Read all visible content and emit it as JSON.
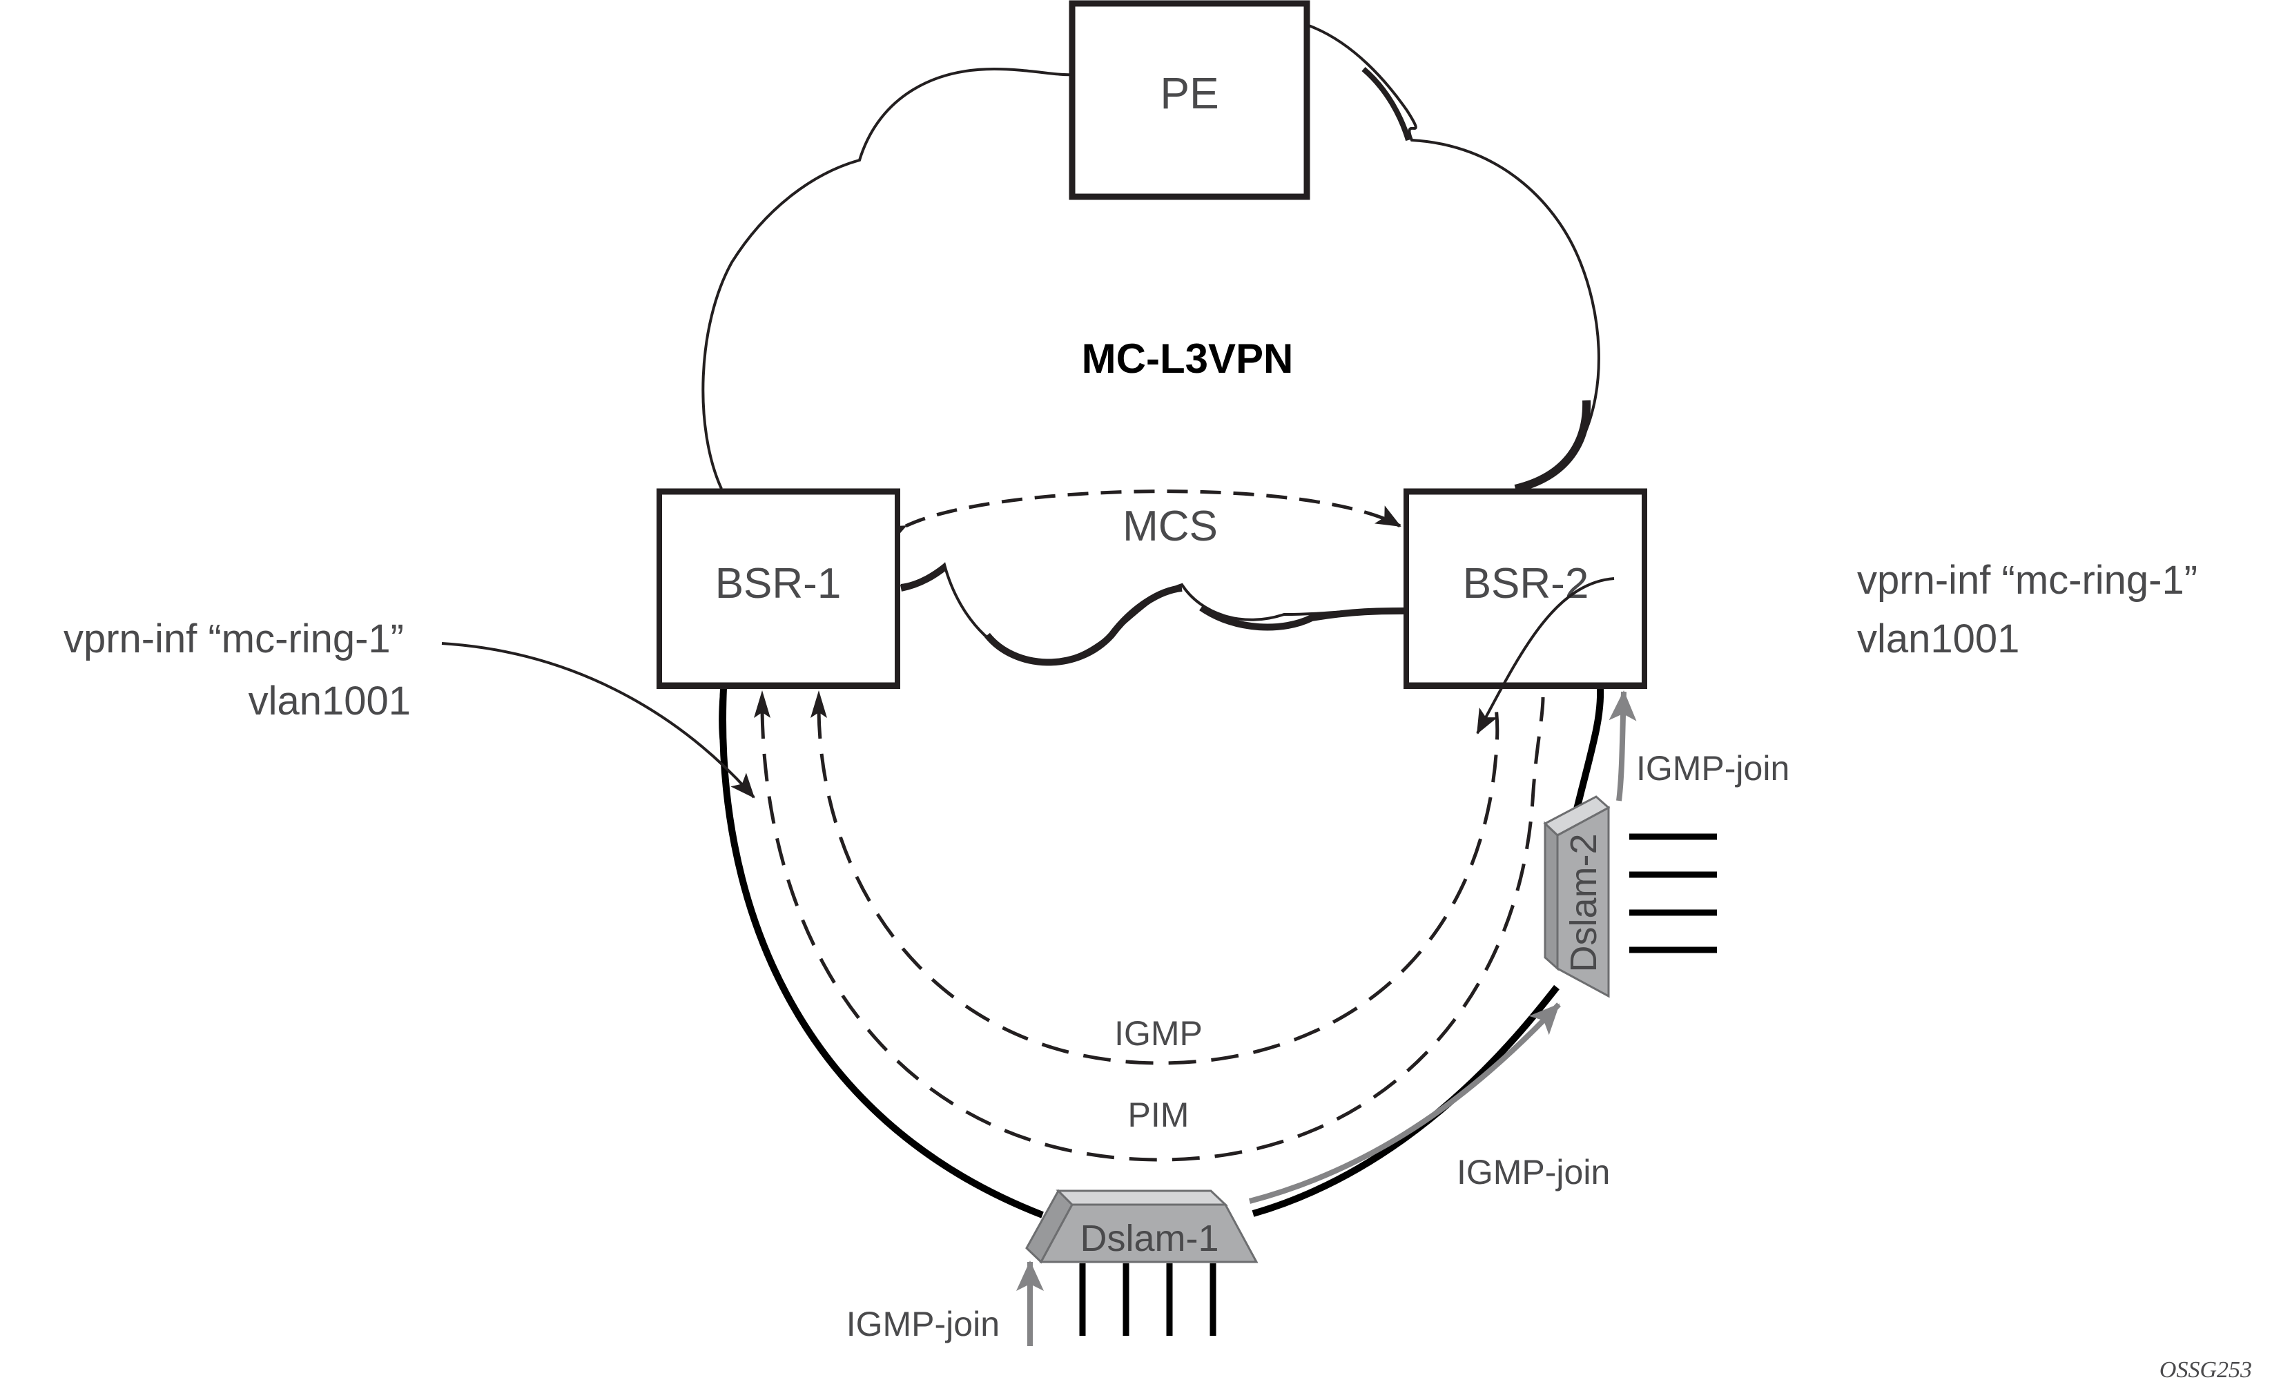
{
  "diagram": {
    "cloud": {
      "label": "MC-L3VPN"
    },
    "nodes": {
      "pe": {
        "label": "PE"
      },
      "bsr1": {
        "label": "BSR-1"
      },
      "bsr2": {
        "label": "BSR-2"
      },
      "dslam1": {
        "label": "Dslam-1"
      },
      "dslam2": {
        "label": "Dslam-2"
      }
    },
    "links": {
      "mcs": {
        "label": "MCS"
      },
      "igmp": {
        "label": "IGMP"
      },
      "pim": {
        "label": "PIM"
      }
    },
    "annotations": {
      "left_callout": {
        "line1": "vprn-inf “mc-ring-1”",
        "line2": "vlan1001"
      },
      "right_callout": {
        "line1": "vprn-inf “mc-ring-1”",
        "line2": "vlan1001"
      },
      "igmp_join_bottom": "IGMP-join",
      "igmp_join_ring": "IGMP-join",
      "igmp_join_right": "IGMP-join"
    },
    "figure_id": "OSSG253",
    "colors": {
      "line": "#231f20",
      "text": "#4a4a4c",
      "gray_arrow": "#848486",
      "dslam_face": "#abacae",
      "dslam_top": "#d5d6d8",
      "dslam_side": "#98999b",
      "dslam_edge": "#6d6e70"
    }
  }
}
